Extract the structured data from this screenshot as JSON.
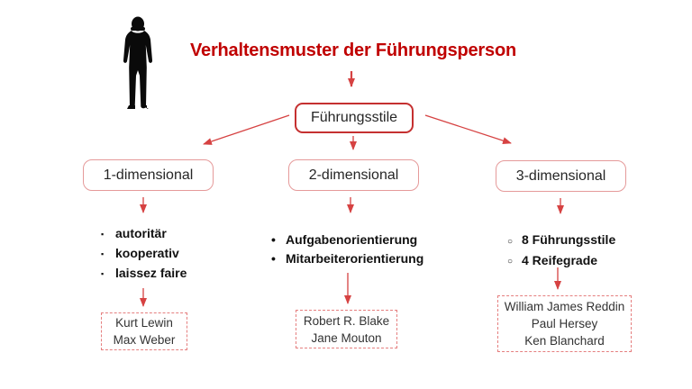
{
  "title": {
    "text": "Verhaltensmuster der Führungsperson"
  },
  "root": {
    "label": "Führungsstile"
  },
  "columns": [
    {
      "label": "1-dimensional",
      "bullet_char": "▪",
      "bullets": [
        "autoritär",
        "kooperativ",
        "laissez faire"
      ],
      "authors": [
        "Kurt Lewin",
        "Max Weber"
      ]
    },
    {
      "label": "2-dimensional",
      "bullet_char": "•",
      "bullets": [
        "Aufgabenorientierung",
        "Mitarbeiterorientierung"
      ],
      "authors": [
        "Robert R. Blake",
        "Jane Mouton"
      ]
    },
    {
      "label": "3-dimensional",
      "bullet_char": "○",
      "bullets": [
        "8 Führungsstile",
        "4 Reifegrade"
      ],
      "authors": [
        "William James Reddin",
        "Paul Hersey",
        "Ken Blanchard"
      ]
    }
  ],
  "icons": {
    "person": "businessman-silhouette-icon"
  },
  "colors": {
    "title_red": "#c00000",
    "arrow_red": "#d64242",
    "root_border": "#c53030",
    "node_border": "#e59a9a",
    "dashed_border": "#e57f7f",
    "silhouette": "#0a0a0a"
  }
}
